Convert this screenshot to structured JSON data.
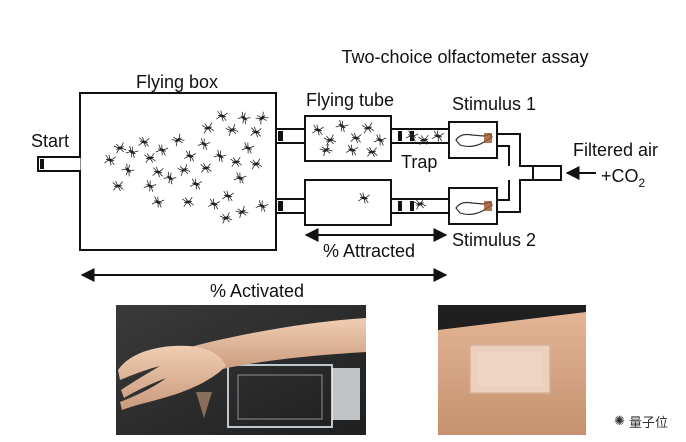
{
  "title": "Two-choice olfactometer assay",
  "labels": {
    "flying_box": "Flying box",
    "flying_tube": "Flying tube",
    "start": "Start",
    "stimulus1": "Stimulus 1",
    "stimulus2": "Stimulus 2",
    "trap": "Trap",
    "filtered_air": "Filtered air",
    "co2_prefix": "+CO",
    "co2_sub": "2",
    "attracted": "% Attracted",
    "activated": "% Activated"
  },
  "watermark": "量子位",
  "colors": {
    "line": "#111111",
    "skin": "#e9c2a6",
    "photo_bg": "#2b2b2b"
  }
}
